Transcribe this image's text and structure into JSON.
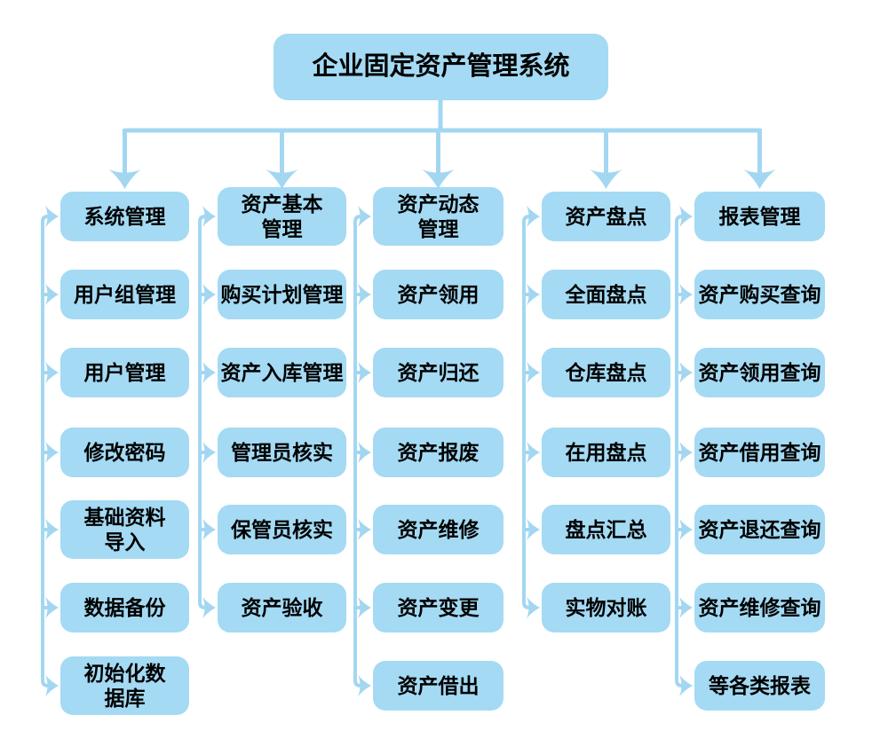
{
  "title": "企业固定资产管理系统",
  "colors": {
    "box_fill": "#a4daf3",
    "connector": "#a3d7f1",
    "text": "#000000",
    "background": "#ffffff"
  },
  "columns": [
    {
      "header": "系统管理",
      "items": [
        "用户组管理",
        "用户管理",
        "修改密码",
        "基础资料\n导入",
        "数据备份",
        "初始化数\n据库"
      ]
    },
    {
      "header": "资产基本\n管理",
      "items": [
        "购买计划管理",
        "资产入库管理",
        "管理员核实",
        "保管员核实",
        "资产验收"
      ]
    },
    {
      "header": "资产动态\n管理",
      "items": [
        "资产领用",
        "资产归还",
        "资产报废",
        "资产维修",
        "资产变更",
        "资产借出"
      ]
    },
    {
      "header": "资产盘点",
      "items": [
        "全面盘点",
        "仓库盘点",
        "在用盘点",
        "盘点汇总",
        "实物对账"
      ]
    },
    {
      "header": "报表管理",
      "items": [
        "资产购买查询",
        "资产领用查询",
        "资产借用查询",
        "资产退还查询",
        "资产维修查询",
        "等各类报表"
      ]
    }
  ]
}
